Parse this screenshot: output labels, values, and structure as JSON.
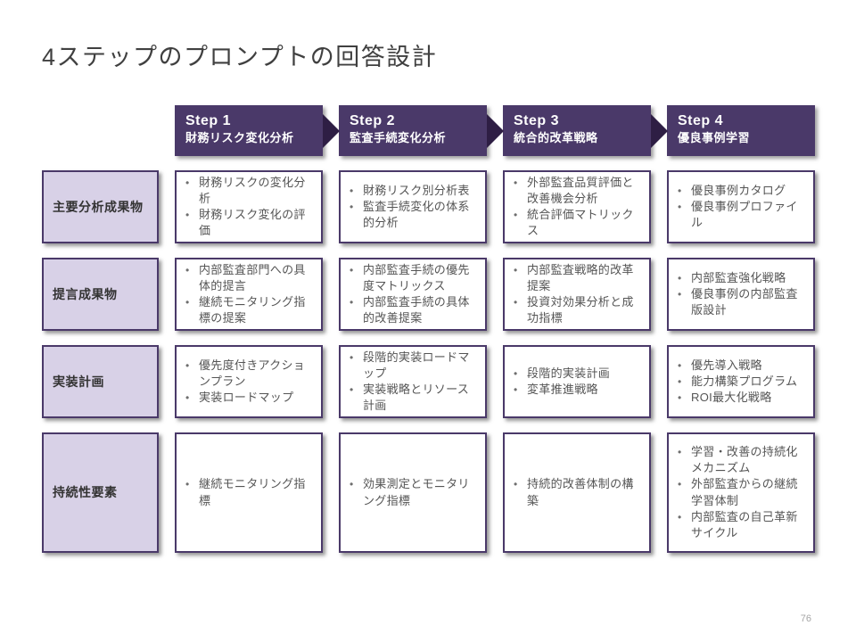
{
  "slide": {
    "title": "4ステップのプロンプトの回答設計",
    "page_number": "76"
  },
  "glyphs": {
    "bullet": "•"
  },
  "colors": {
    "header_bg": "#4a3969",
    "arrow": "#2e1e44",
    "label_bg": "#d8d1e7",
    "border": "#4a3969",
    "cell_text": "#555555",
    "label_text": "#333333",
    "title_text": "#404040",
    "page_text": "#a6a6a6"
  },
  "steps": [
    {
      "step": "Step 1",
      "label": "財務リスク変化分析"
    },
    {
      "step": "Step 2",
      "label": "監査手続変化分析"
    },
    {
      "step": "Step 3",
      "label": "統合的改革戦略"
    },
    {
      "step": "Step 4",
      "label": "優良事例学習"
    }
  ],
  "rows": [
    {
      "label": "主要分析成果物",
      "cells": [
        {
          "items": [
            "財務リスクの変化分析",
            "財務リスク変化の評価"
          ]
        },
        {
          "items": [
            "財務リスク別分析表",
            "監査手続変化の体系的分析"
          ]
        },
        {
          "items": [
            "外部監査品質評価と改善機会分析",
            "統合評価マトリックス"
          ]
        },
        {
          "items": [
            "優良事例カタログ",
            "優良事例プロファイル"
          ]
        }
      ]
    },
    {
      "label": "提言成果物",
      "cells": [
        {
          "items": [
            "内部監査部門への具体的提言",
            "継続モニタリング指標の提案"
          ]
        },
        {
          "items": [
            "内部監査手続の優先度マトリックス",
            "内部監査手続の具体的改善提案"
          ]
        },
        {
          "items": [
            "内部監査戦略的改革提案",
            "投資対効果分析と成功指標"
          ]
        },
        {
          "items": [
            "内部監査強化戦略",
            "優良事例の内部監査版設計"
          ]
        }
      ]
    },
    {
      "label": "実装計画",
      "cells": [
        {
          "items": [
            "優先度付きアクションプラン",
            "実装ロードマップ"
          ]
        },
        {
          "items": [
            "段階的実装ロードマップ",
            "実装戦略とリソース計画"
          ]
        },
        {
          "items": [
            "段階的実装計画",
            "変革推進戦略"
          ]
        },
        {
          "items": [
            "優先導入戦略",
            "能力構築プログラム",
            "ROI最大化戦略"
          ]
        }
      ]
    },
    {
      "label": "持続性要素",
      "cells": [
        {
          "items": [
            "継続モニタリング指標"
          ]
        },
        {
          "items": [
            "効果測定とモニタリング指標"
          ]
        },
        {
          "items": [
            "持続的改善体制の構築"
          ]
        },
        {
          "items": [
            "学習・改善の持続化メカニズム",
            "外部監査からの継続学習体制",
            "内部監査の自己革新サイクル"
          ]
        }
      ]
    }
  ]
}
